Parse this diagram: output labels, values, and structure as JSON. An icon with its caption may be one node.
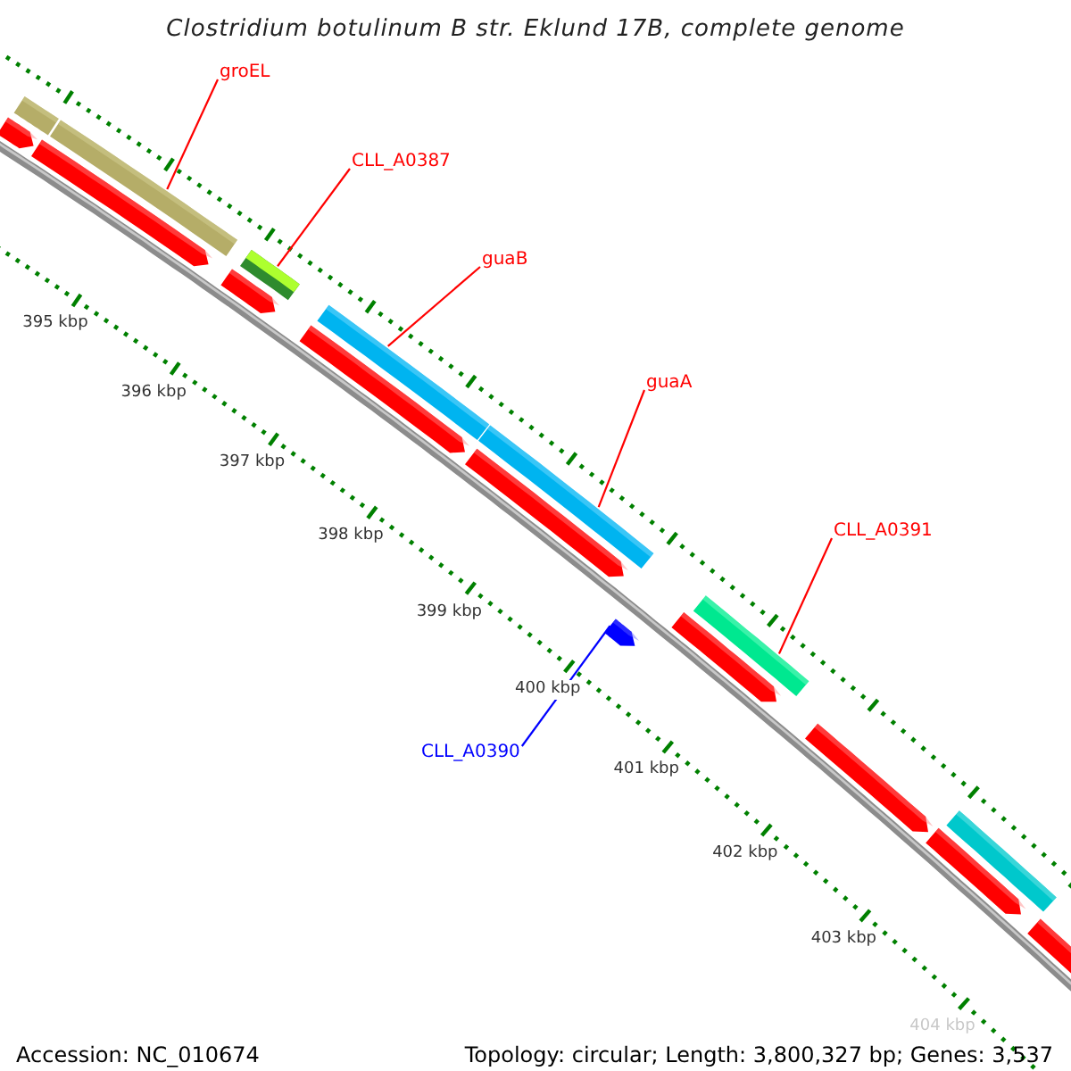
{
  "diagram": {
    "title": "Clostridium botulinum B str. Eklund 17B, complete genome",
    "nodes": [
      {
        "text": [
          "groEL"
        ]
      },
      {
        "text": [],
        "shape": "bar"
      },
      {
        "text": [
          "CLL_A0387"
        ]
      },
      {
        "text": [],
        "shape": "bar"
      },
      {
        "text": [
          "guaB"
        ]
      },
      {
        "text": [],
        "shape": "bar"
      },
      {
        "text": [
          "guaA"
        ]
      },
      {
        "text": [],
        "shape": "bar"
      },
      {
        "text": [
          "CLL_A0391"
        ]
      },
      {
        "text": [],
        "shape": "bar"
      },
      {
        "text": [
          "CLL_A0390"
        ]
      },
      {
        "text": [],
        "shape": "pentagon"
      }
    ],
    "edges": [
      {
        "from": 0,
        "to": 1,
        "arrow": "none"
      },
      {
        "from": 2,
        "to": 3,
        "arrow": "none"
      },
      {
        "from": 4,
        "to": 5,
        "arrow": "none"
      },
      {
        "from": 6,
        "to": 7,
        "arrow": "none"
      },
      {
        "from": 8,
        "to": 9,
        "arrow": "none"
      },
      {
        "from": 10,
        "to": 11,
        "arrow": "none",
        "color": "#0000ff"
      }
    ],
    "labels": [
      "395 kbp",
      "396 kbp",
      "397 kbp",
      "398 kbp",
      "399 kbp",
      "400 kbp",
      "401 kbp",
      "402 kbp",
      "403 kbp",
      "404 kbp",
      "Accession: NC_010674",
      "Topology: circular; Length: 3,800,327 bp; Genes: 3,537"
    ]
  }
}
